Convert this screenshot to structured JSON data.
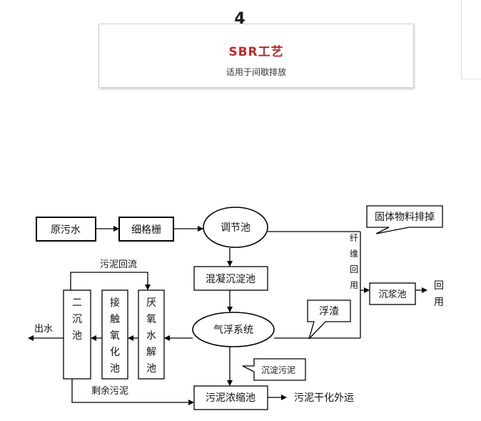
{
  "header": {
    "step_number": "4",
    "title": "SBR工艺",
    "subtitle": "适用于间歇排放"
  },
  "diagram": {
    "nodes": {
      "raw_water": "原污水",
      "fine_screen": "细格栅",
      "equalization_tank": "调节池",
      "solid_discharge": "固体物料排掉",
      "coag_sed_tank": "混凝沉淀池",
      "air_flotation": "气浮系统",
      "scum": "浮渣",
      "sediment_sludge": "沉淀污泥",
      "sludge_thickener": "污泥浓缩池",
      "sludge_out": "污泥干化外运",
      "slurry_tank": "沉浆池",
      "reuse": [
        "回",
        "用"
      ],
      "anaerobic": [
        "厌",
        "氧",
        "水",
        "解",
        "池"
      ],
      "contact_oxidation": [
        "接",
        "触",
        "氧",
        "化",
        "池"
      ],
      "secondary_clarifier": [
        "二",
        "沉",
        "池"
      ],
      "sludge_return": "污泥回流",
      "effluent": "出水",
      "excess_sludge": "剩余污泥",
      "fiber_reuse": [
        "纤",
        "维",
        "回",
        "用"
      ]
    }
  }
}
